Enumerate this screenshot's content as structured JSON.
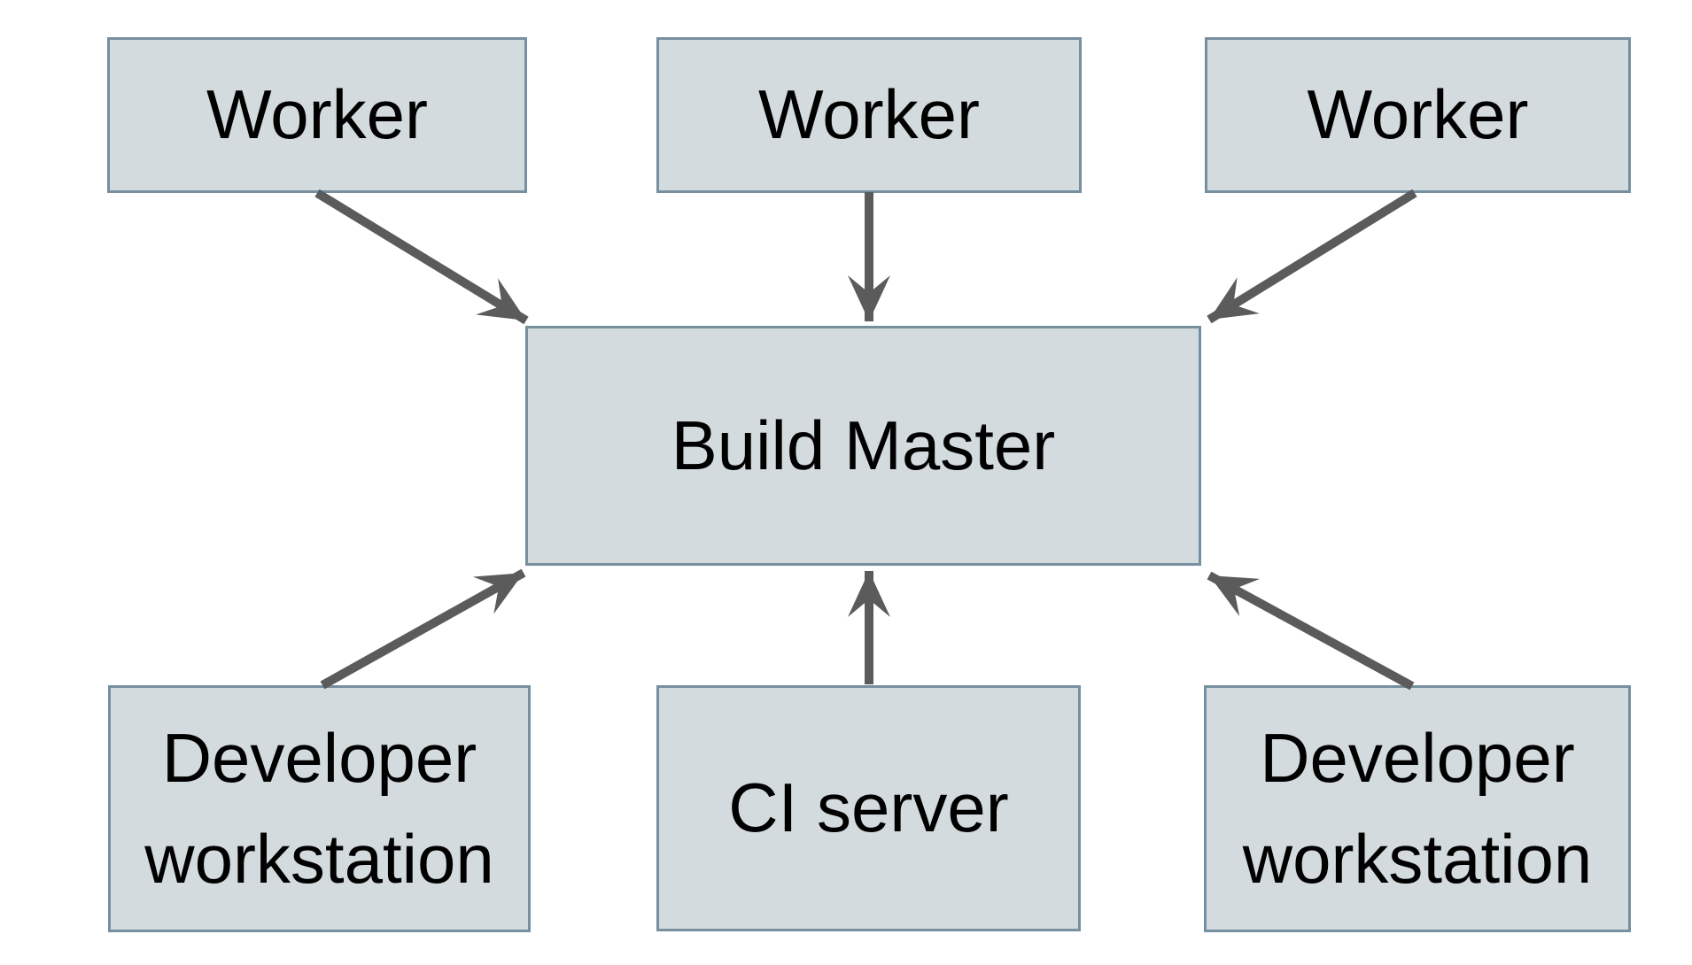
{
  "diagram": {
    "type": "architecture-diagram",
    "nodes": {
      "worker_1": {
        "label": "Worker"
      },
      "worker_2": {
        "label": "Worker"
      },
      "worker_3": {
        "label": "Worker"
      },
      "build_master": {
        "label": "Build Master"
      },
      "dev_workstation_left": {
        "label": "Developer workstation"
      },
      "ci_server": {
        "label": "CI server"
      },
      "dev_workstation_right": {
        "label": "Developer workstation"
      }
    },
    "edges": [
      {
        "from": "worker_1",
        "to": "build_master",
        "direction": "into-build-master"
      },
      {
        "from": "worker_2",
        "to": "build_master",
        "direction": "into-build-master"
      },
      {
        "from": "worker_3",
        "to": "build_master",
        "direction": "into-build-master"
      },
      {
        "from": "dev_workstation_left",
        "to": "build_master",
        "direction": "into-build-master"
      },
      {
        "from": "ci_server",
        "to": "build_master",
        "direction": "into-build-master"
      },
      {
        "from": "dev_workstation_right",
        "to": "build_master",
        "direction": "into-build-master"
      }
    ],
    "colors": {
      "background": "#ffffff",
      "node_fill": "#d3dbde",
      "node_border": "#76909f",
      "arrow": "#5b5b5b",
      "text": "#000000"
    }
  }
}
